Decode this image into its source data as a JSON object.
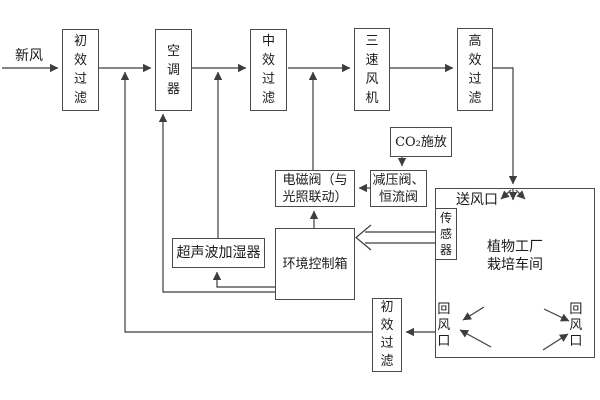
{
  "meta": {
    "kind": "airflow-and-control block diagram of a plant factory HVAC system",
    "background_color": "#ffffff",
    "line_color": "#3d3d3d",
    "text_color": "#1b1b1b"
  },
  "nodes": {
    "fresh_air": "新风",
    "primary_filter_top": "初效过滤",
    "air_conditioner": "空调器",
    "medium_filter": "中效过滤",
    "three_speed_fan": "三速风机",
    "high_efficiency_filter": "高效过滤",
    "co2_release": "CO₂施放",
    "pressure_reducing_valves": "减压阀、\n恒流阀",
    "solenoid_valve": "电磁阀（与\n光照联动）",
    "environment_control_box": "环境控制箱",
    "ultrasonic_humidifier": "超声波加湿器",
    "primary_filter_bottom": "初效过滤",
    "sensor": "传感器",
    "workshop": "植物工厂\n栽培车间",
    "supply_air_outlet": "送风口",
    "return_air_outlet_left": "回风口",
    "return_air_outlet_right": "回风口"
  }
}
